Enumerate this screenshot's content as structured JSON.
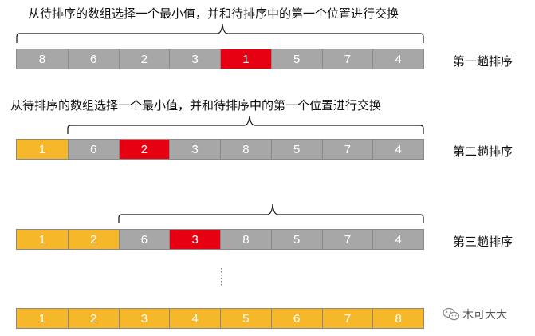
{
  "captions": [
    "从待排序的数组选择一个最小值，并和待排序中的第一个位置进行交换",
    "从待排序的数组选择一个最小值，并和待排序中的第一个位置进行交换"
  ],
  "pass_labels": [
    "第一趟排序",
    "第二趟排序",
    "第三趟排序"
  ],
  "watermark": "木可大大",
  "colors": {
    "sorted": "#f6b82a",
    "unsorted": "#a7a7a7",
    "min": "#e60012"
  },
  "rows": [
    {
      "values": [
        "8",
        "6",
        "2",
        "3",
        "1",
        "5",
        "7",
        "4"
      ],
      "states": [
        "unsorted",
        "unsorted",
        "unsorted",
        "unsorted",
        "min",
        "unsorted",
        "unsorted",
        "unsorted"
      ]
    },
    {
      "values": [
        "1",
        "6",
        "2",
        "3",
        "8",
        "5",
        "7",
        "4"
      ],
      "states": [
        "sorted",
        "unsorted",
        "min",
        "unsorted",
        "unsorted",
        "unsorted",
        "unsorted",
        "unsorted"
      ]
    },
    {
      "values": [
        "1",
        "2",
        "6",
        "3",
        "8",
        "5",
        "7",
        "4"
      ],
      "states": [
        "sorted",
        "sorted",
        "unsorted",
        "min",
        "unsorted",
        "unsorted",
        "unsorted",
        "unsorted"
      ]
    },
    {
      "values": [
        "1",
        "2",
        "3",
        "4",
        "5",
        "6",
        "7",
        "8"
      ],
      "states": [
        "sorted",
        "sorted",
        "sorted",
        "sorted",
        "sorted",
        "sorted",
        "sorted",
        "sorted"
      ]
    }
  ]
}
